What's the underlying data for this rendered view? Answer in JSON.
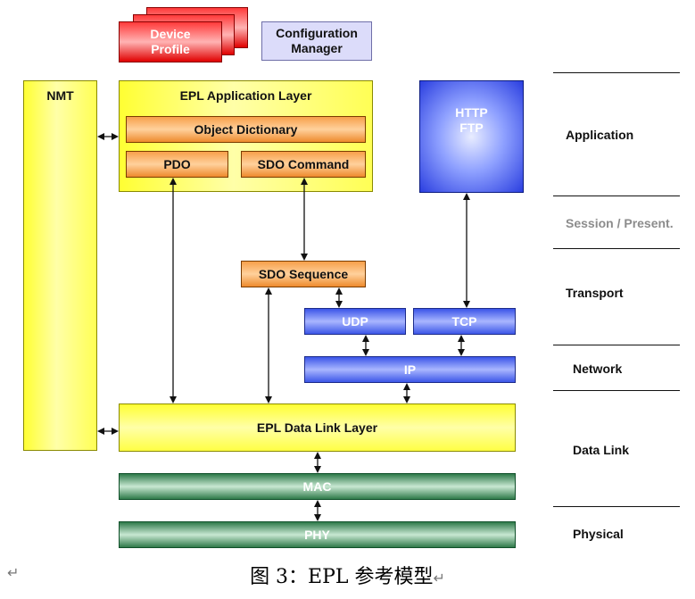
{
  "device_profile": "Device\nProfile",
  "configuration_manager": "Configuration\nManager",
  "nmt": "NMT",
  "epl_application_layer": "EPL Application Layer",
  "object_dictionary": "Object Dictionary",
  "pdo": "PDO",
  "sdo_command": "SDO Command",
  "http_ftp": "HTTP\nFTP",
  "sdo_sequence": "SDO Sequence",
  "udp": "UDP",
  "tcp": "TCP",
  "ip": "IP",
  "epl_data_link_layer": "EPL Data Link Layer",
  "mac": "MAC",
  "phy": "PHY",
  "osi_layers": {
    "application": "Application",
    "session_present": "Session / Present.",
    "transport": "Transport",
    "network": "Network",
    "data_link": "Data Link",
    "physical": "Physical"
  },
  "caption": "图 3：EPL 参考模型",
  "return_mark": "↵"
}
